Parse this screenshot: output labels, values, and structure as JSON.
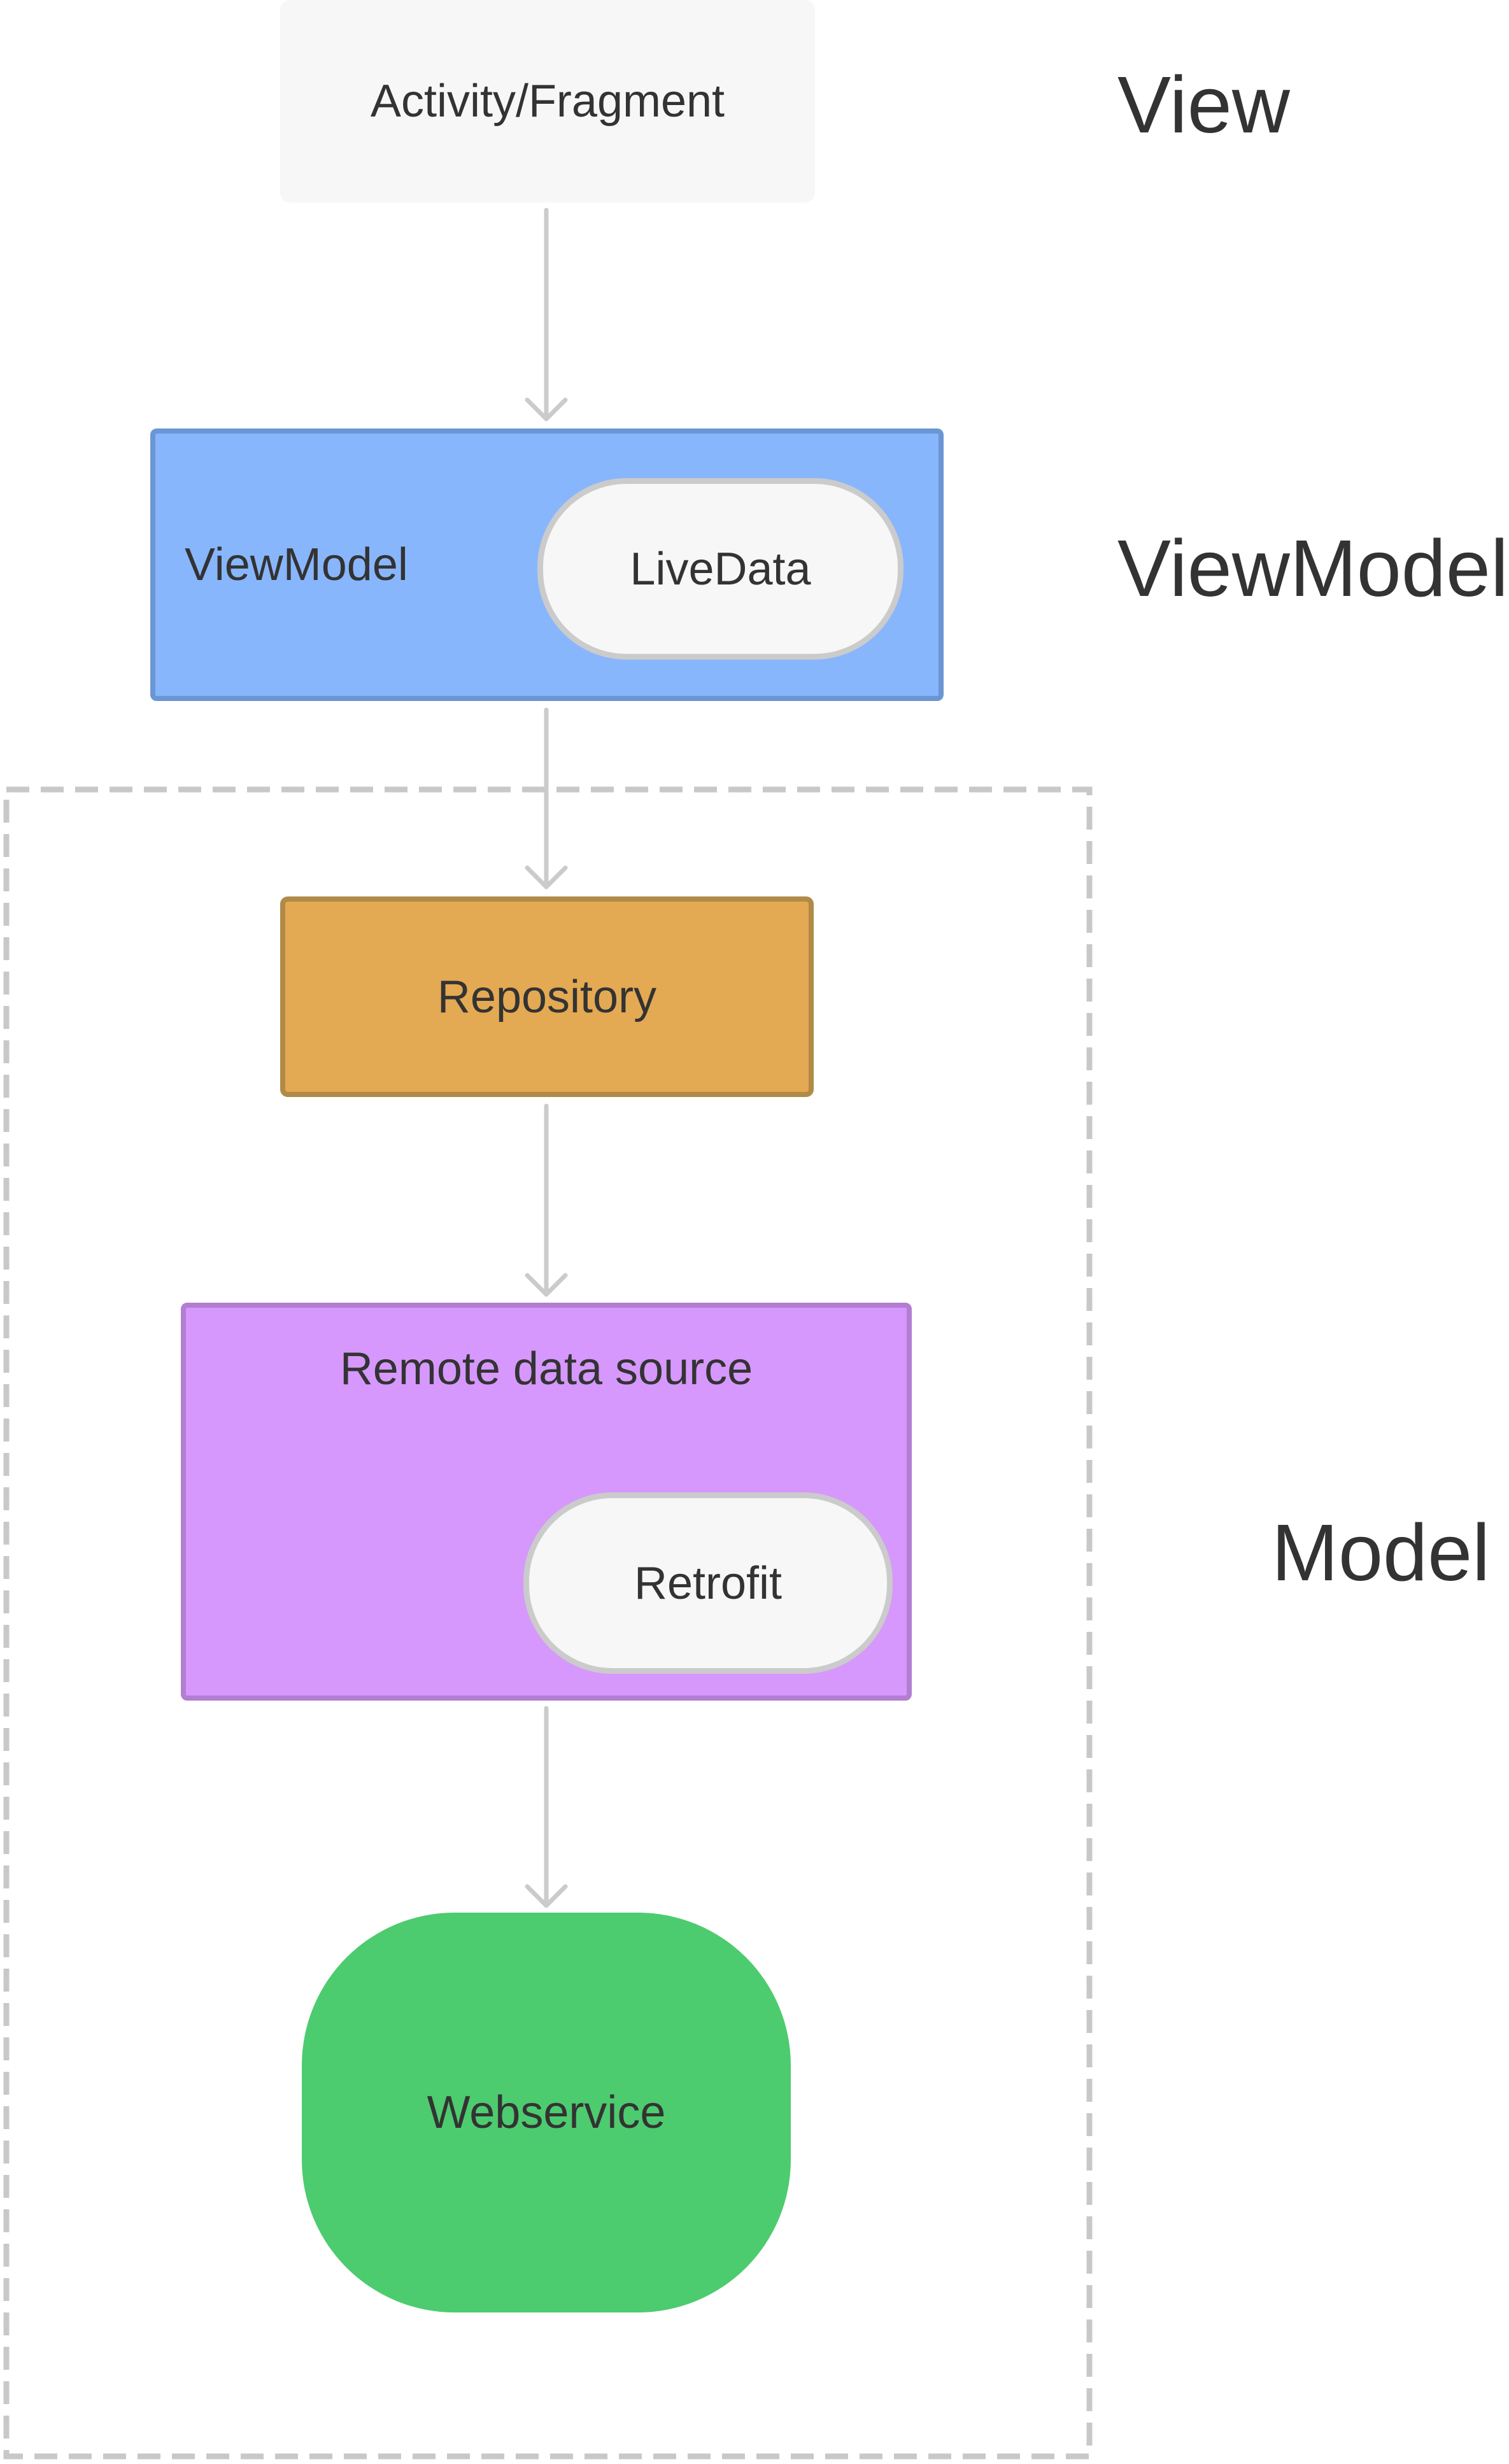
{
  "nodes": {
    "view": "Activity/Fragment",
    "viewmodel": "ViewModel",
    "livedata": "LiveData",
    "repository": "Repository",
    "remote_data_source": "Remote data source",
    "retrofit": "Retrofit",
    "webservice": "Webservice"
  },
  "layers": {
    "view": "View",
    "viewmodel": "ViewModel",
    "model": "Model"
  },
  "edges": [
    {
      "from": "Activity/Fragment",
      "to": "ViewModel"
    },
    {
      "from": "ViewModel",
      "to": "Repository"
    },
    {
      "from": "Repository",
      "to": "Remote data source"
    },
    {
      "from": "Remote data source",
      "to": "Webservice"
    }
  ],
  "colors": {
    "view_fill": "#f7f7f7",
    "viewmodel_fill": "#88b6fc",
    "repository_fill": "#e4a953",
    "remote_fill": "#d698fc",
    "webservice_fill": "#4dcb6f",
    "arrow": "#cbcbcb",
    "model_border": "#c8c8c8"
  }
}
